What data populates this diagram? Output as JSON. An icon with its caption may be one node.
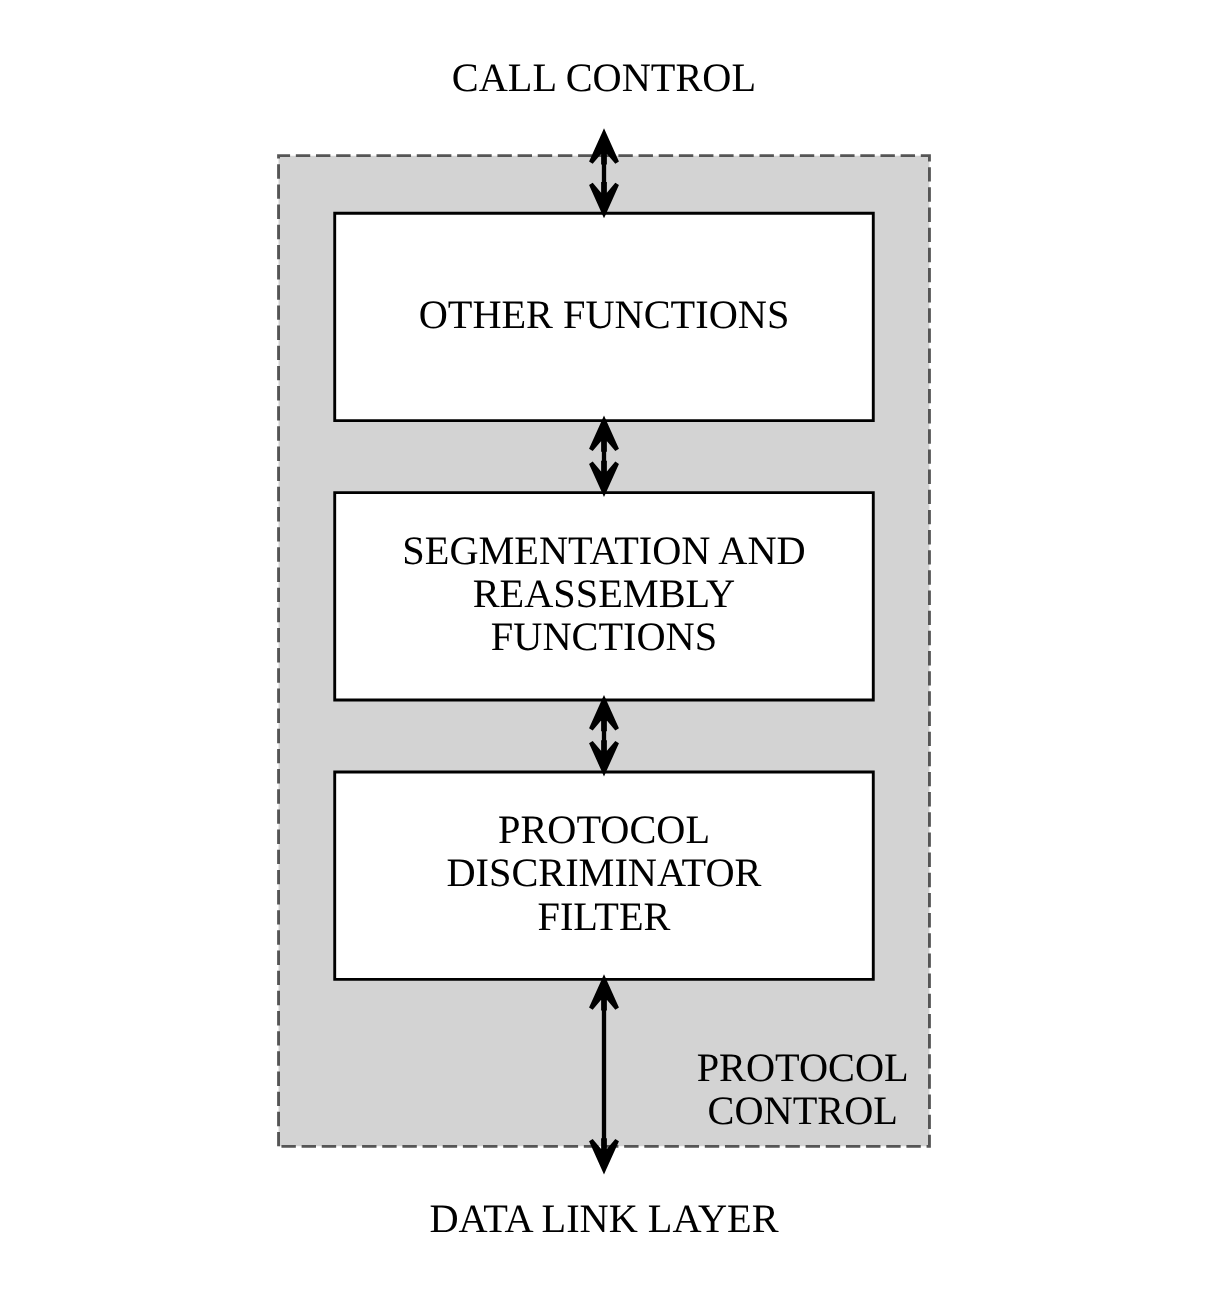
{
  "diagram": {
    "nodes": [
      {
        "text": [
          "CALL CONTROL"
        ]
      },
      {
        "text": [
          "PROTOCOL CONTROL"
        ]
      },
      {
        "text": [
          "OTHER FUNCTIONS"
        ],
        "in": 1
      },
      {
        "text": [
          "SEGMENTATION AND REASSEMBLY FUNCTIONS"
        ],
        "in": 1
      },
      {
        "text": [
          "PROTOCOL DISCRIMINATOR FILTER"
        ],
        "in": 1
      },
      {
        "text": [
          "DATA LINK LAYER"
        ]
      }
    ],
    "edges": [
      {
        "from": 0,
        "to": 2,
        "arrow": "both"
      },
      {
        "from": 2,
        "to": 3,
        "arrow": "both"
      },
      {
        "from": 3,
        "to": 4,
        "arrow": "both"
      },
      {
        "from": 4,
        "to": 5,
        "arrow": "both"
      }
    ]
  }
}
